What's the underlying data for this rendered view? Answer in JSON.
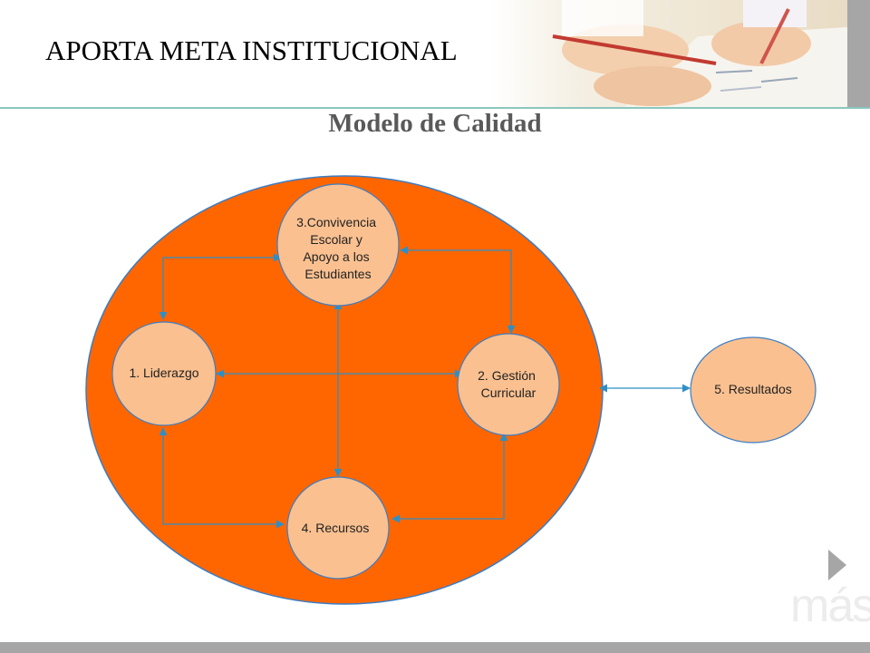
{
  "slide": {
    "title": "APORTA META INSTITUCIONAL",
    "subtitle": "Modelo de Calidad"
  },
  "colors": {
    "big_ellipse": "#ff6600",
    "node_fill": "#fac090",
    "node_stroke": "#3c7dc4",
    "connector": "#2e8fc7",
    "header_rule": "#8cc6bd",
    "bars": "#a6a6a6"
  },
  "diagram": {
    "nodes": [
      {
        "id": "convivencia",
        "lines": [
          "3.Convivencia",
          "Escolar y",
          "Apoyo a los",
          "Estudiantes"
        ]
      },
      {
        "id": "liderazgo",
        "lines": [
          "1. Liderazgo"
        ]
      },
      {
        "id": "gestion",
        "lines": [
          "2. Gestión",
          "Curricular"
        ]
      },
      {
        "id": "recursos",
        "lines": [
          "4. Recursos"
        ]
      },
      {
        "id": "resultados",
        "lines": [
          "5. Resultados"
        ]
      }
    ]
  },
  "icons": {
    "header_photo": "children-writing-photo",
    "nav": "next-slide-arrow-icon"
  },
  "branding": {
    "logo_text": "más"
  }
}
